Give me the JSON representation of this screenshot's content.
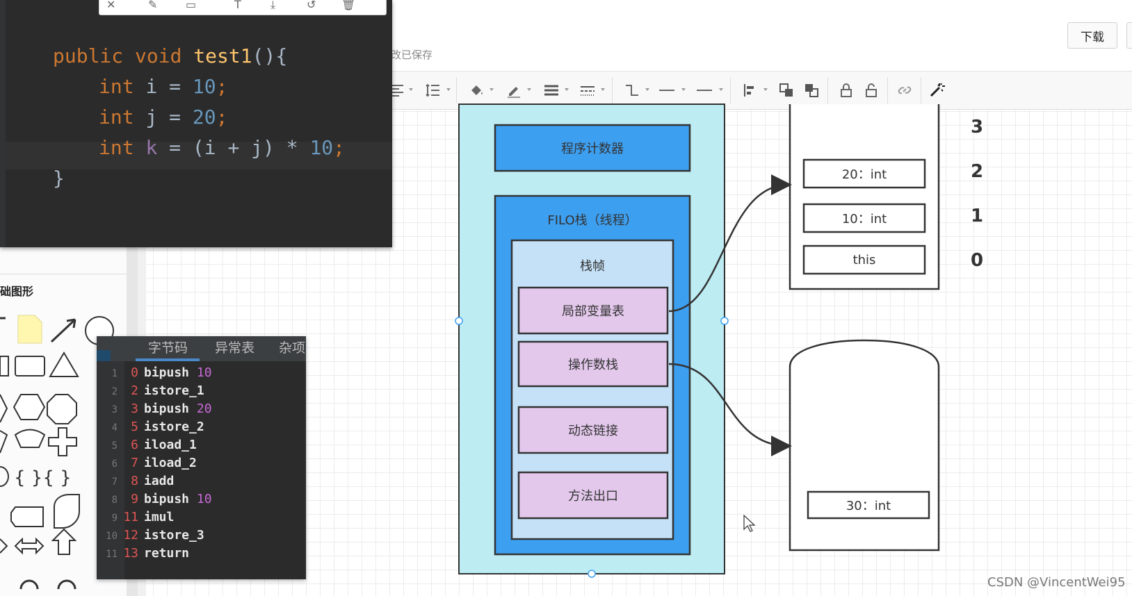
{
  "header": {
    "save_status": "改已保存",
    "download_label": "下载"
  },
  "code_editor": {
    "lines": [
      {
        "parts": [
          [
            "kw",
            "public "
          ],
          [
            "kw",
            "void "
          ],
          [
            "fn",
            "test1"
          ],
          [
            "pl",
            "(){"
          ]
        ]
      },
      {
        "parts": [
          [
            "kw",
            "int "
          ],
          [
            "pl",
            "i = "
          ],
          [
            "num",
            "10"
          ],
          [
            "kw",
            ";"
          ]
        ]
      },
      {
        "parts": [
          [
            "kw",
            "int "
          ],
          [
            "pl",
            "j = "
          ],
          [
            "num",
            "20"
          ],
          [
            "kw",
            ";"
          ]
        ]
      },
      {
        "parts": [
          [
            "kw",
            "int "
          ],
          [
            "dim",
            "k"
          ],
          [
            "pl",
            " = (i + j) * "
          ],
          [
            "num",
            "10"
          ],
          [
            "kw",
            ";"
          ]
        ]
      },
      {
        "parts": [
          [
            "pl",
            "}"
          ]
        ]
      }
    ]
  },
  "shapes_panel": {
    "title": "础图形"
  },
  "bytecode": {
    "tabs": [
      "字节码",
      "异常表",
      "杂项"
    ],
    "rows": [
      {
        "ln": "1",
        "off": "0",
        "op": "bipush",
        "arg": "10"
      },
      {
        "ln": "2",
        "off": "2",
        "op": "istore_1",
        "arg": ""
      },
      {
        "ln": "3",
        "off": "3",
        "op": "bipush",
        "arg": "20"
      },
      {
        "ln": "4",
        "off": "5",
        "op": "istore_2",
        "arg": ""
      },
      {
        "ln": "5",
        "off": "6",
        "op": "iload_1",
        "arg": ""
      },
      {
        "ln": "6",
        "off": "7",
        "op": "iload_2",
        "arg": ""
      },
      {
        "ln": "7",
        "off": "8",
        "op": "iadd",
        "arg": ""
      },
      {
        "ln": "8",
        "off": "9",
        "op": "bipush",
        "arg": "10"
      },
      {
        "ln": "9",
        "off": "11",
        "op": "imul",
        "arg": ""
      },
      {
        "ln": "10",
        "off": "12",
        "op": "istore_3",
        "arg": ""
      },
      {
        "ln": "11",
        "off": "13",
        "op": "return",
        "arg": ""
      }
    ]
  },
  "diagram": {
    "program_counter": "程序计数器",
    "filo_stack": "FILO栈（线程）",
    "stack_frame": "栈帧",
    "local_var_table": "局部变量表",
    "operand_stack": "操作数栈",
    "dynamic_link": "动态链接",
    "method_exit": "方法出口",
    "locals": [
      "20：int",
      "10：int",
      "this"
    ],
    "slot_numbers": [
      "3",
      "2",
      "1",
      "0"
    ],
    "operand_value": "30：int"
  },
  "watermark": "CSDN @VincentWei95",
  "colors": {
    "outer_frame": "#bdecf3",
    "stack_blue": "#3d9ff0",
    "program_counter_blue": "#3d9ff0",
    "frame_light": "#c5e1f7",
    "item_purple": "#e3c8ec",
    "accent_tab": "#4a88c7"
  }
}
